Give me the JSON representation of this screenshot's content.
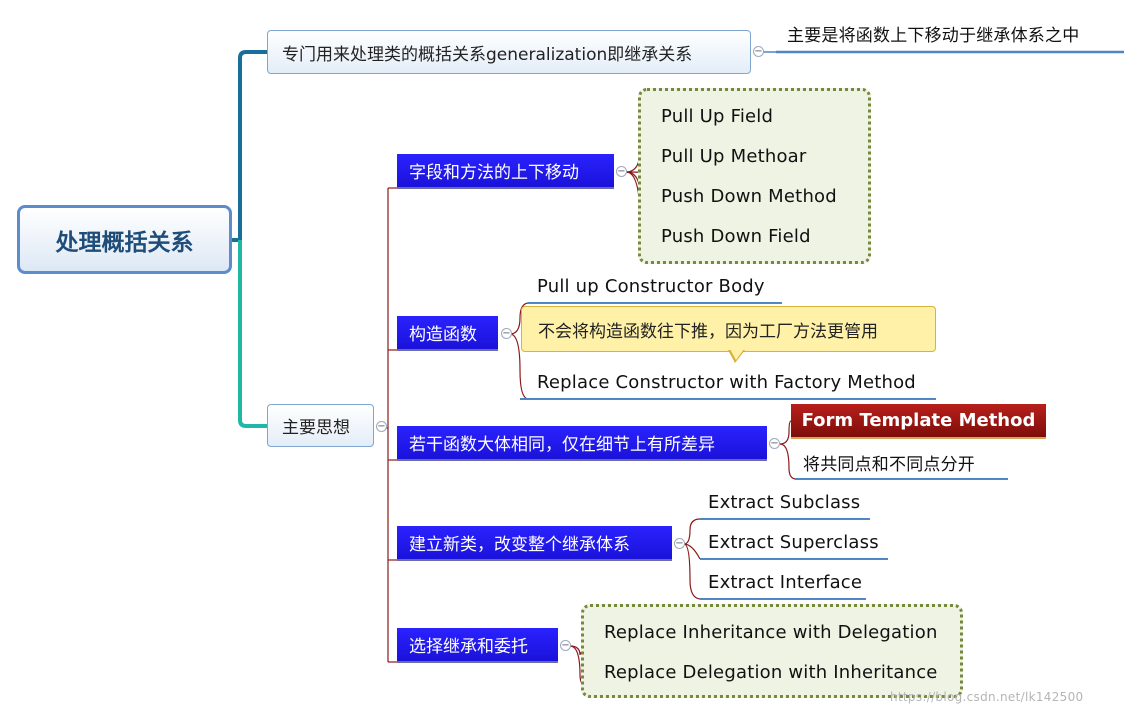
{
  "root": {
    "title": "处理概括关系"
  },
  "branch_top": {
    "label": "专门用来处理类的概括关系generalization即继承关系",
    "note": "主要是将函数上下移动于继承体系之中"
  },
  "branch_main": {
    "label": "主要思想",
    "groups": [
      {
        "label": "字段和方法的上下移动",
        "items": [
          "Pull Up Field",
          "Pull Up Methoar",
          "Push Down Method",
          "Push Down Field"
        ]
      },
      {
        "label": "构造函数",
        "items": [
          "Pull up Constructor Body",
          "Replace Constructor with Factory Method"
        ],
        "callout": "不会将构造函数往下推，因为工厂方法更管用"
      },
      {
        "label": "若干函数大体相同，仅在细节上有所差异",
        "items": [
          "Form Template Method",
          "将共同点和不同点分开"
        ]
      },
      {
        "label": "建立新类，改变整个继承体系",
        "items": [
          "Extract Subclass",
          "Extract Superclass",
          "Extract Interface"
        ]
      },
      {
        "label": "选择继承和委托",
        "items": [
          "Replace Inheritance with Delegation",
          "Replace Delegation with Inheritance"
        ]
      }
    ]
  },
  "collapse_symbol": "−",
  "watermark": "https://blog.csdn.net/lk142500",
  "colors": {
    "root_border": "#5b8ccc",
    "level2_fill": "#2b22ff",
    "template_fill": "#9e1a16",
    "callout_fill": "#fff2a8",
    "group_border": "#76883c",
    "connector_blue": "#1a6f9a",
    "connector_teal": "#1fb8a6",
    "connector_red": "#8b1a1a",
    "underline": "#4f86c6"
  }
}
